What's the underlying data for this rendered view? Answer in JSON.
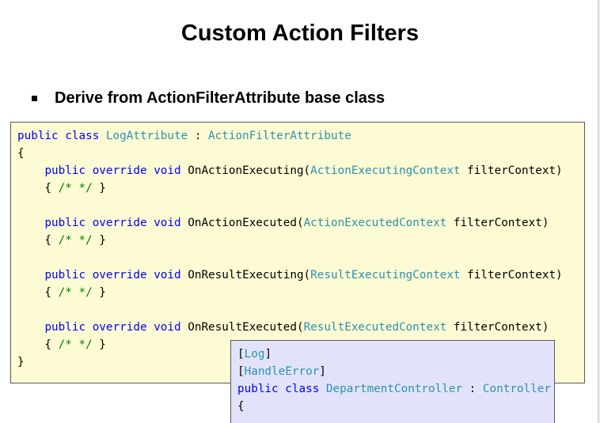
{
  "slide": {
    "title": "Custom Action Filters",
    "bullet": "Derive from ActionFilterAttribute base class"
  },
  "code_block": {
    "lines": [
      [
        {
          "t": "public",
          "c": "kw"
        },
        {
          "t": " ",
          "c": ""
        },
        {
          "t": "class",
          "c": "kw"
        },
        {
          "t": " ",
          "c": ""
        },
        {
          "t": "LogAttribute",
          "c": "ty"
        },
        {
          "t": " : ",
          "c": ""
        },
        {
          "t": "ActionFilterAttribute",
          "c": "ty"
        }
      ],
      [
        {
          "t": "{",
          "c": ""
        }
      ],
      [
        {
          "t": "    ",
          "c": ""
        },
        {
          "t": "public",
          "c": "kw"
        },
        {
          "t": " ",
          "c": ""
        },
        {
          "t": "override",
          "c": "kw"
        },
        {
          "t": " ",
          "c": ""
        },
        {
          "t": "void",
          "c": "kw"
        },
        {
          "t": " OnActionExecuting(",
          "c": ""
        },
        {
          "t": "ActionExecutingContext",
          "c": "ty"
        },
        {
          "t": " filterContext)",
          "c": ""
        }
      ],
      [
        {
          "t": "    { ",
          "c": ""
        },
        {
          "t": "/* */",
          "c": "cm"
        },
        {
          "t": " }",
          "c": ""
        }
      ],
      [],
      [
        {
          "t": "    ",
          "c": ""
        },
        {
          "t": "public",
          "c": "kw"
        },
        {
          "t": " ",
          "c": ""
        },
        {
          "t": "override",
          "c": "kw"
        },
        {
          "t": " ",
          "c": ""
        },
        {
          "t": "void",
          "c": "kw"
        },
        {
          "t": " OnActionExecuted(",
          "c": ""
        },
        {
          "t": "ActionExecutedContext",
          "c": "ty"
        },
        {
          "t": " filterContext)",
          "c": ""
        }
      ],
      [
        {
          "t": "    { ",
          "c": ""
        },
        {
          "t": "/* */",
          "c": "cm"
        },
        {
          "t": " }",
          "c": ""
        }
      ],
      [],
      [
        {
          "t": "    ",
          "c": ""
        },
        {
          "t": "public",
          "c": "kw"
        },
        {
          "t": " ",
          "c": ""
        },
        {
          "t": "override",
          "c": "kw"
        },
        {
          "t": " ",
          "c": ""
        },
        {
          "t": "void",
          "c": "kw"
        },
        {
          "t": " OnResultExecuting(",
          "c": ""
        },
        {
          "t": "ResultExecutingContext",
          "c": "ty"
        },
        {
          "t": " filterContext)",
          "c": ""
        }
      ],
      [
        {
          "t": "    { ",
          "c": ""
        },
        {
          "t": "/* */",
          "c": "cm"
        },
        {
          "t": " }",
          "c": ""
        }
      ],
      [],
      [
        {
          "t": "    ",
          "c": ""
        },
        {
          "t": "public",
          "c": "kw"
        },
        {
          "t": " ",
          "c": ""
        },
        {
          "t": "override",
          "c": "kw"
        },
        {
          "t": " ",
          "c": ""
        },
        {
          "t": "void",
          "c": "kw"
        },
        {
          "t": " OnResultExecuted(",
          "c": ""
        },
        {
          "t": "ResultExecutedContext",
          "c": "ty"
        },
        {
          "t": " filterContext)",
          "c": ""
        }
      ],
      [
        {
          "t": "    { ",
          "c": ""
        },
        {
          "t": "/* */",
          "c": "cm"
        },
        {
          "t": " }",
          "c": ""
        }
      ],
      [
        {
          "t": "}",
          "c": ""
        }
      ]
    ]
  },
  "popup_block": {
    "lines": [
      [
        {
          "t": "[",
          "c": ""
        },
        {
          "t": "Log",
          "c": "ty"
        },
        {
          "t": "]",
          "c": ""
        }
      ],
      [
        {
          "t": "[",
          "c": ""
        },
        {
          "t": "HandleError",
          "c": "ty"
        },
        {
          "t": "]",
          "c": ""
        }
      ],
      [
        {
          "t": "public",
          "c": "kw"
        },
        {
          "t": " ",
          "c": ""
        },
        {
          "t": "class",
          "c": "kw"
        },
        {
          "t": " ",
          "c": ""
        },
        {
          "t": "DepartmentController",
          "c": "ty"
        },
        {
          "t": " : ",
          "c": ""
        },
        {
          "t": "Controller",
          "c": "ty"
        }
      ],
      [
        {
          "t": "{",
          "c": ""
        }
      ]
    ]
  },
  "colors": {
    "keyword": "#0000ff",
    "type": "#2b91af",
    "comment": "#008000",
    "code_background": "#fdfbd3",
    "popup_background": "#e2e3fb"
  }
}
